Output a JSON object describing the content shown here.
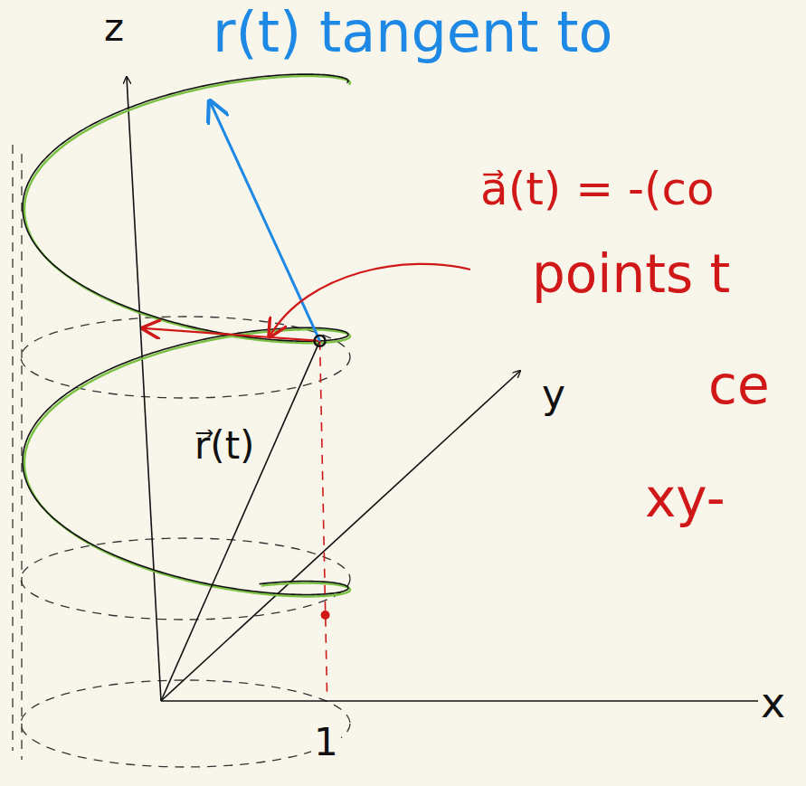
{
  "diagram": {
    "labels": [
      "r(t) tangent to",
      "z",
      "a⃗(t) = -(co",
      "points t",
      "ce",
      "y",
      "r⃗(t)",
      "xy-",
      "x",
      "1"
    ]
  }
}
